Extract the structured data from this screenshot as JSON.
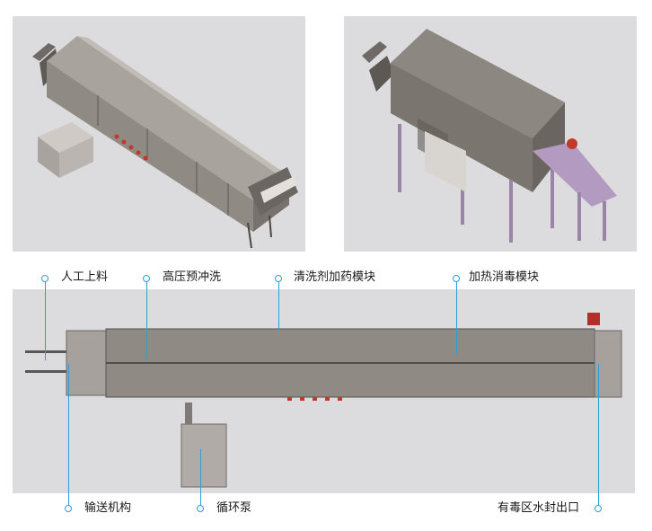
{
  "colors": {
    "panel_bg": "#dcdcdf",
    "callout_blue": "#2a9fd8",
    "machine_body": "#8f8a84",
    "frame_purple": "#9b84a8",
    "pump_red": "#c0392b"
  },
  "callouts": {
    "manual_loading": "人工上料",
    "high_pressure_rinse": "高压预冲洗",
    "detergent_dosing_module": "清洗剂加药模块",
    "heat_disinfection_module": "加热消毒模块",
    "conveyor_mechanism": "输送机构",
    "circulation_pump": "循环泵",
    "toxic_zone_water_seal_outlet": "有毒区水封出口"
  }
}
